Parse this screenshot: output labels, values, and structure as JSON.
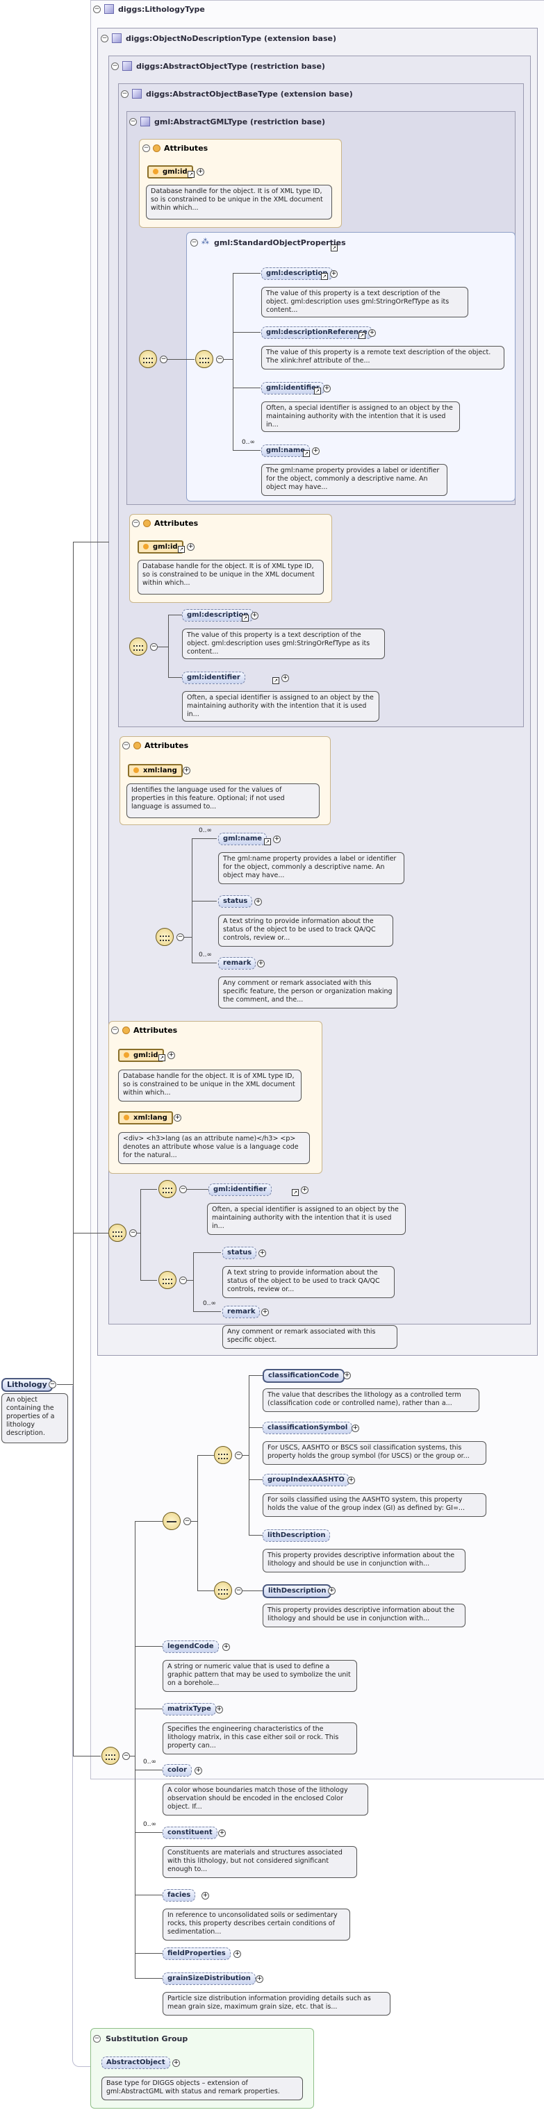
{
  "toggles": {
    "collapse": "−"
  },
  "groups": {
    "litho": "diggs:LithologyType",
    "onodes": "diggs:ObjectNoDescriptionType (extension base)",
    "abs": "diggs:AbstractObjectType (restriction base)",
    "absbase": "diggs:AbstractObjectBaseType (extension base)",
    "gmlabs": "gml:AbstractGMLType (restriction base)",
    "std": "gml:StandardObjectProperties",
    "subst": "Substitution Group"
  },
  "attributes_title": "Attributes",
  "attr1": {
    "name": "gml:id",
    "desc": "Database handle for the object. It is of XML type ID, so is constrained to be unique in the XML document within which..."
  },
  "std_items": [
    {
      "name": "gml:description",
      "desc": "The value of this property is a text description of the object. gml:description uses gml:StringOrRefType as its content..."
    },
    {
      "name": "gml:descriptionReference",
      "desc": "The value of this property is a remote text description of the object. The xlink:href attribute of the..."
    },
    {
      "name": "gml:identifier",
      "desc": "Often, a special identifier is assigned to an object by the maintaining authority with the intention that it is used in..."
    },
    {
      "name": "gml:name",
      "desc": "The gml:name property provides a label or identifier for the object, commonly a descriptive name. An object may have..."
    }
  ],
  "occ_many": "0..∞",
  "attr2": {
    "name": "gml:id",
    "desc": "Database handle for the object. It is of XML type ID, so is constrained to be unique in the XML document within which..."
  },
  "seq2": [
    {
      "name": "gml:description",
      "desc": "The value of this property is a text description of the object. gml:description uses gml:StringOrRefType as its content..."
    },
    {
      "name": "gml:identifier",
      "desc": "Often, a special identifier is assigned to an object by the maintaining authority with the intention that it is used in..."
    }
  ],
  "attr3": {
    "name": "xml:lang",
    "desc": "Identifies the language used for the values of properties in this feature. Optional; if not used language is assumed to..."
  },
  "seq3": [
    {
      "name": "gml:name",
      "desc": "The gml:name property provides a label or identifier for the object, commonly a descriptive name. An object may have..."
    },
    {
      "name": "status",
      "desc": "A text string to provide information about the status of the object to be used to track QA/QC controls, review or..."
    },
    {
      "name": "remark",
      "desc": "Any comment or remark associated with this specific feature, the person or organization making the comment, and the..."
    }
  ],
  "attr4": [
    {
      "name": "gml:id",
      "desc": "Database handle for the object. It is of XML type ID, so is constrained to be unique in the XML document within which..."
    },
    {
      "name": "xml:lang",
      "desc": "<div> <h3>lang (as an attribute name)</h3> <p> denotes an attribute whose value is a language code for the natural..."
    }
  ],
  "seq4": [
    {
      "name": "gml:identifier",
      "desc": "Often, a special identifier is assigned to an object by the maintaining authority with the intention that it is used in..."
    },
    {
      "name": "status",
      "desc": "A text string to provide information about the status of the object to be used to track QA/QC controls, review or..."
    },
    {
      "name": "remark",
      "desc": "Any comment or remark associated with this specific object."
    }
  ],
  "root": {
    "name": "Lithology",
    "desc": "An object containing the properties of a lithology description."
  },
  "choice_a": [
    {
      "name": "classificationCode",
      "desc": "The value that describes the lithology as a controlled term (classification code or controlled name), rather than a..."
    },
    {
      "name": "classificationSymbol",
      "desc": "For USCS, AASHTO or BSCS soil classification systems, this property holds the group symbol (for USCS) or the group or..."
    },
    {
      "name": "groupIndexAASHTO",
      "desc": "For soils classified using the AASHTO system, this property holds the value of the group index (GI) as defined by: GI=..."
    },
    {
      "name": "lithDescription",
      "desc": "This property provides descriptive information about the lithology and should be use in conjunction with..."
    }
  ],
  "choice_b": {
    "name": "lithDescription",
    "desc": "This property provides descriptive information about the lithology and should be use in conjunction with..."
  },
  "main_seq": [
    {
      "name": "legendCode",
      "desc": "A string or numeric value that is used to define a graphic pattern that may be used to symbolize the unit on a borehole..."
    },
    {
      "name": "matrixType",
      "desc": "Specifies the engineering characteristics of the lithology matrix, in this case either soil or rock. This property can..."
    },
    {
      "name": "color",
      "desc": "A color whose boundaries match those of the lithology observation should be encoded in the enclosed Color object. If..."
    },
    {
      "name": "constituent",
      "desc": "Constituents are materials and structures associated with this lithology, but not considered significant enough to..."
    },
    {
      "name": "facies",
      "desc": "In reference to unconsolidated soils or sedimentary rocks, this property describes certain conditions of sedimentation..."
    },
    {
      "name": "fieldProperties",
      "desc": ""
    },
    {
      "name": "grainSizeDistribution",
      "desc": "Particle size distribution information providing details such as mean grain size, maximum grain size, etc. that is..."
    }
  ],
  "subst_item": {
    "name": "AbstractObject",
    "desc": "Base type for DIGGS objects – extension of gml:AbstractGML with status and remark properties."
  }
}
